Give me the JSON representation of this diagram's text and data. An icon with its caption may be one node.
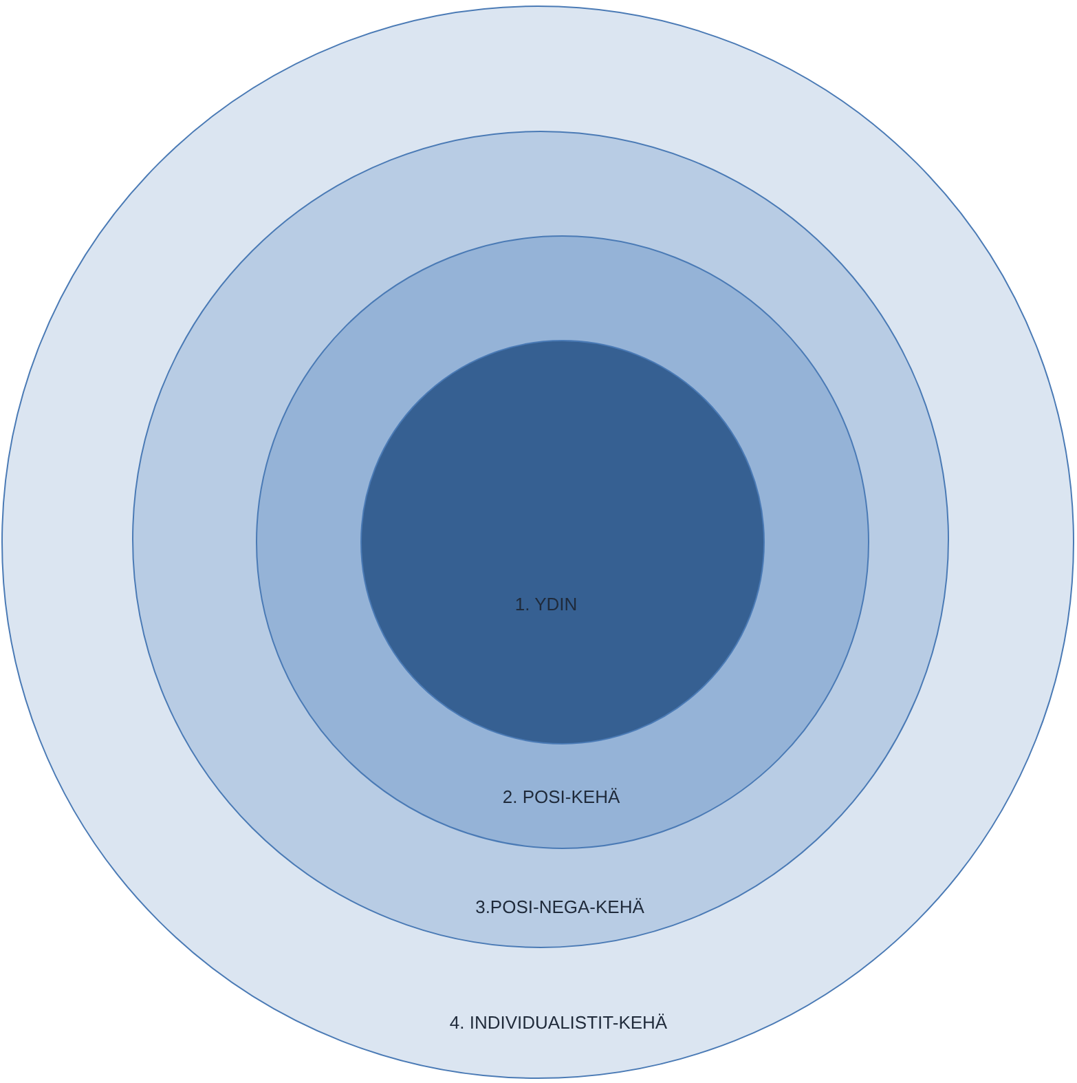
{
  "diagram": {
    "nodes": [
      {
        "text": [
          "4. INDIVIDUALISTIT-KEHÄ"
        ]
      },
      {
        "text": [
          "3.POSI-NEGA-KEHÄ"
        ],
        "in": 0
      },
      {
        "text": [
          "2. POSI-KEHÄ"
        ],
        "in": 1
      },
      {
        "text": [
          "1. YDIN"
        ],
        "in": 2
      }
    ]
  }
}
